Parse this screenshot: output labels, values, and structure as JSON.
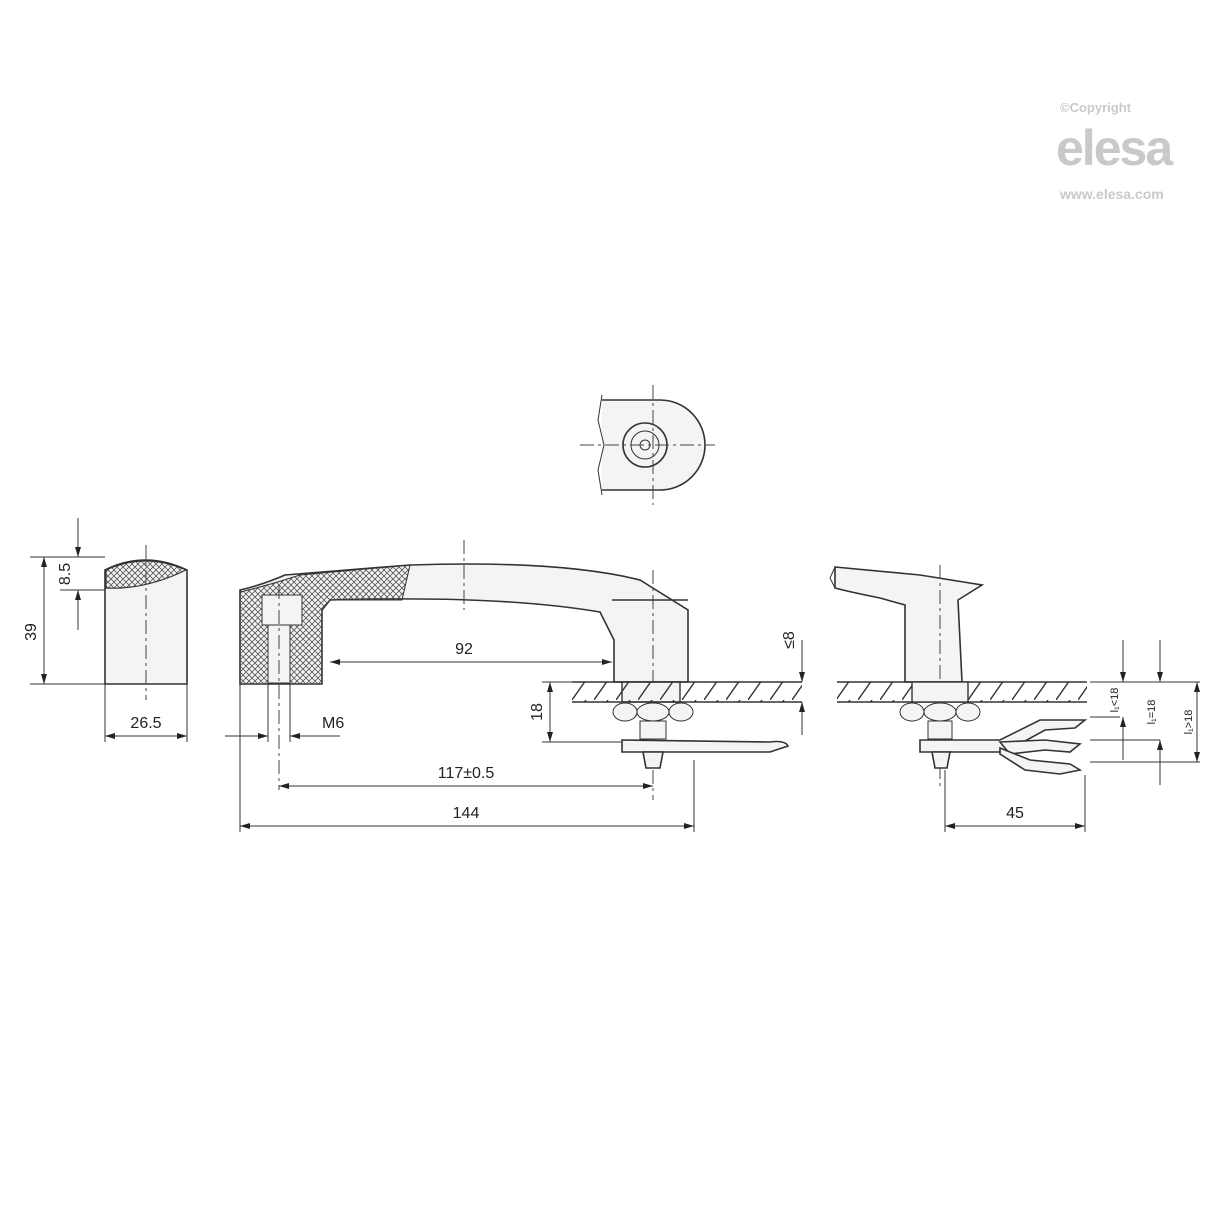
{
  "logo": {
    "copyright": "©Copyright",
    "brand": "elesa",
    "url": "www.elesa.com"
  },
  "dimensions": {
    "height_total": "39",
    "grip_height": "8.5",
    "width": "26.5",
    "grip_length": "92",
    "thread": "M6",
    "center_distance": "117±0.5",
    "overall_length": "144",
    "panel_offset": "18",
    "panel_thickness": "≤8",
    "depth": "45",
    "l1_less": "l₁<18",
    "l1_equal": "l₁=18",
    "l1_greater": "l₁>18"
  },
  "colors": {
    "line": "#333333",
    "fill": "#f4f4f4",
    "logo": "#c9c9c9"
  }
}
